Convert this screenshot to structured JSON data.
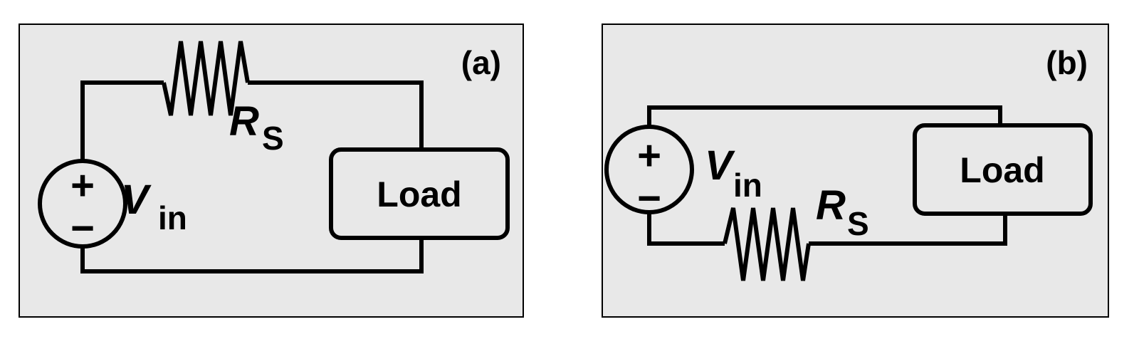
{
  "panel_a": {
    "tag": "(a)",
    "source_symbol": "V",
    "source_subscript": "in",
    "resistor_symbol": "R",
    "resistor_subscript": "S",
    "load_label": "Load",
    "plus": "+",
    "minus": "−"
  },
  "panel_b": {
    "tag": "(b)",
    "source_symbol": "V",
    "source_subscript": "in",
    "resistor_symbol": "R",
    "resistor_subscript": "S",
    "load_label": "Load",
    "plus": "+",
    "minus": "−"
  },
  "colors": {
    "panel_background": "#e8e8e8",
    "line": "#000000"
  }
}
